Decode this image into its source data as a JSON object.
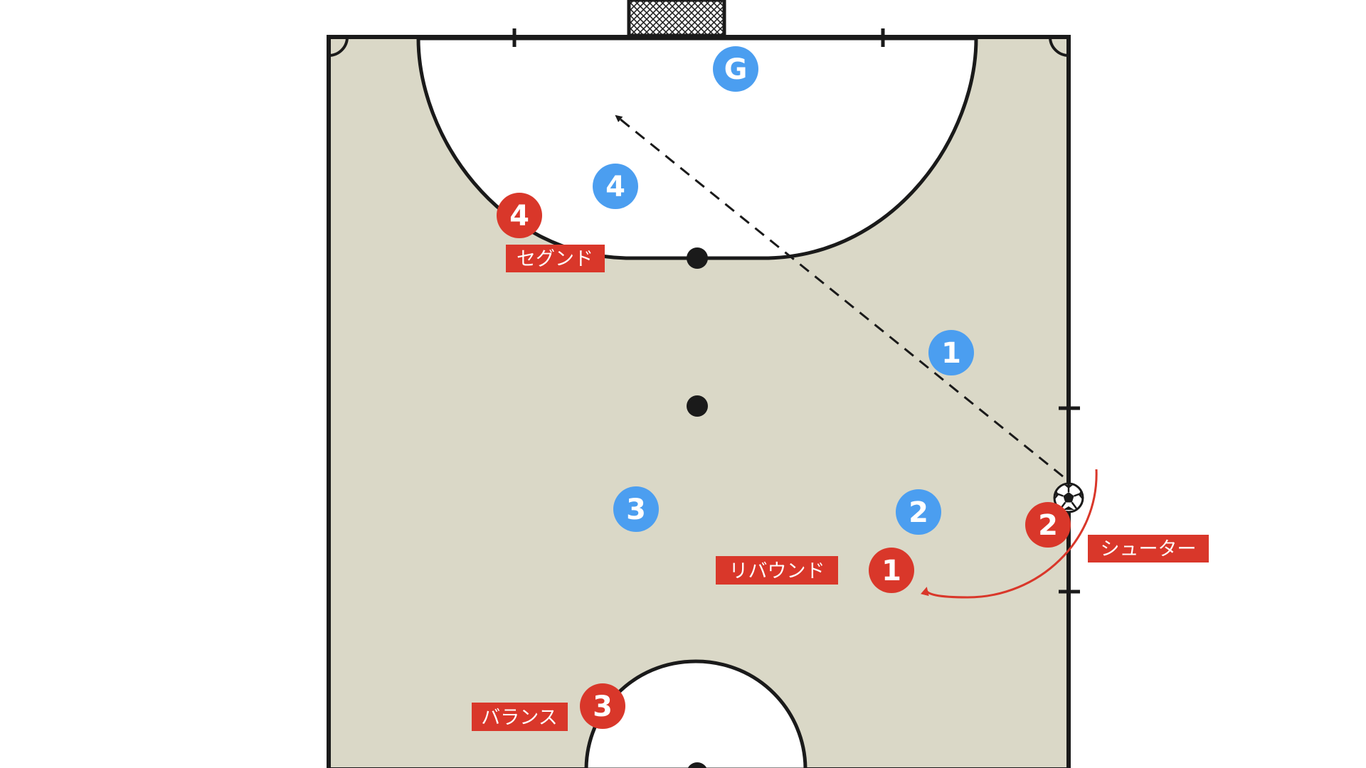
{
  "colors": {
    "court": "#dad8c7",
    "line": "#1a1a1a",
    "area": "#ffffff",
    "attack": "#d9372a",
    "defense": "#4b9ef0",
    "pass_arrow": "#1a1a1a",
    "run_arrow": "#d9372a"
  },
  "defenders": [
    {
      "id": "goalkeeper",
      "label": "G"
    },
    {
      "id": "defender-1",
      "label": "1"
    },
    {
      "id": "defender-2",
      "label": "2"
    },
    {
      "id": "defender-3",
      "label": "3"
    },
    {
      "id": "defender-4",
      "label": "4"
    }
  ],
  "attackers": [
    {
      "id": "attacker-1",
      "label": "1",
      "role": "リバウンド"
    },
    {
      "id": "attacker-2",
      "label": "2",
      "role": "シューター"
    },
    {
      "id": "attacker-3",
      "label": "3",
      "role": "バランス"
    },
    {
      "id": "attacker-4",
      "label": "4",
      "role": "セグンド"
    }
  ],
  "icons": {
    "ball": "soccer-ball-icon",
    "shot": "dashed-arrow",
    "run": "curved-arrow"
  }
}
